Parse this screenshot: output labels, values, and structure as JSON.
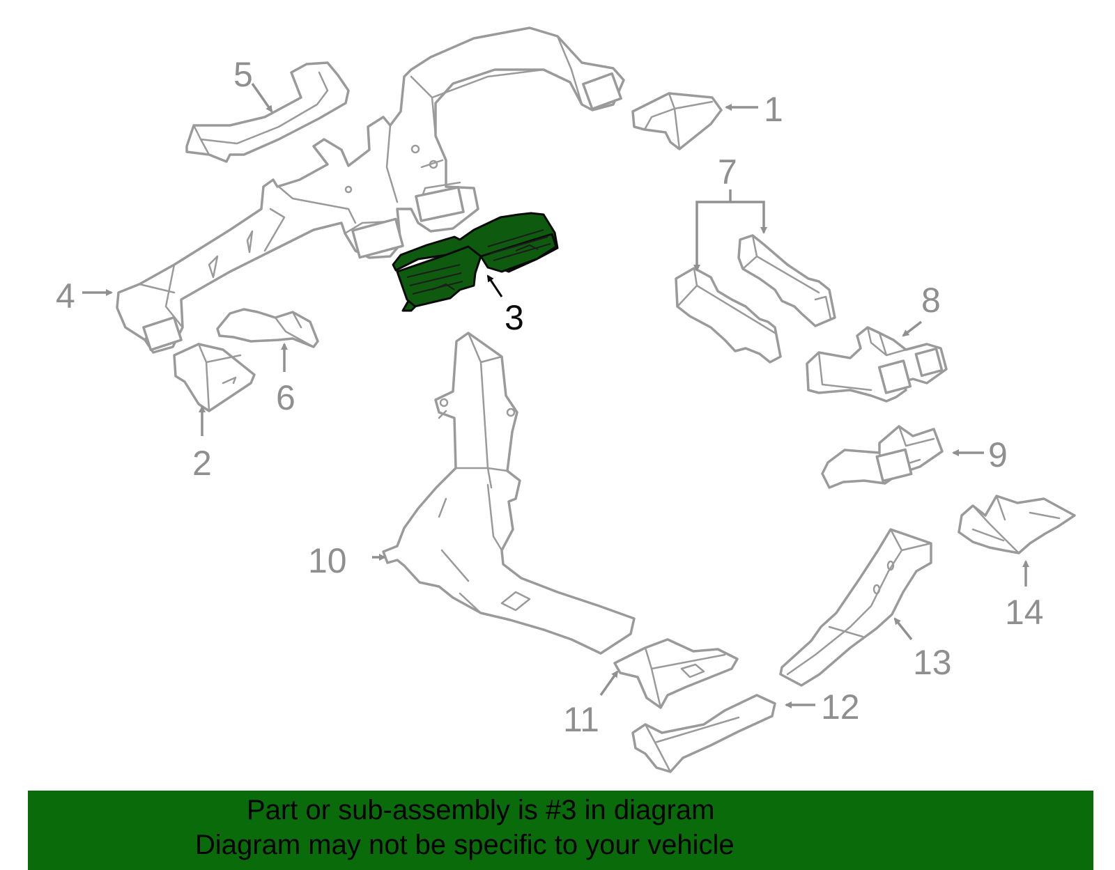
{
  "diagram": {
    "callouts": {
      "c1": "1",
      "c2": "2",
      "c3": "3",
      "c4": "4",
      "c5": "5",
      "c6": "6",
      "c7": "7",
      "c8": "8",
      "c9": "9",
      "c10": "10",
      "c11": "11",
      "c12": "12",
      "c13": "13",
      "c14": "14"
    },
    "highlighted_part": "3",
    "colors": {
      "highlight_fill": "#0e5a0e",
      "outline": "#9a9a9a",
      "banner": "#0a6b0a"
    }
  },
  "banner": {
    "line1": "Part or sub-assembly is #3 in diagram",
    "line2": "Diagram may not be specific to your vehicle"
  }
}
